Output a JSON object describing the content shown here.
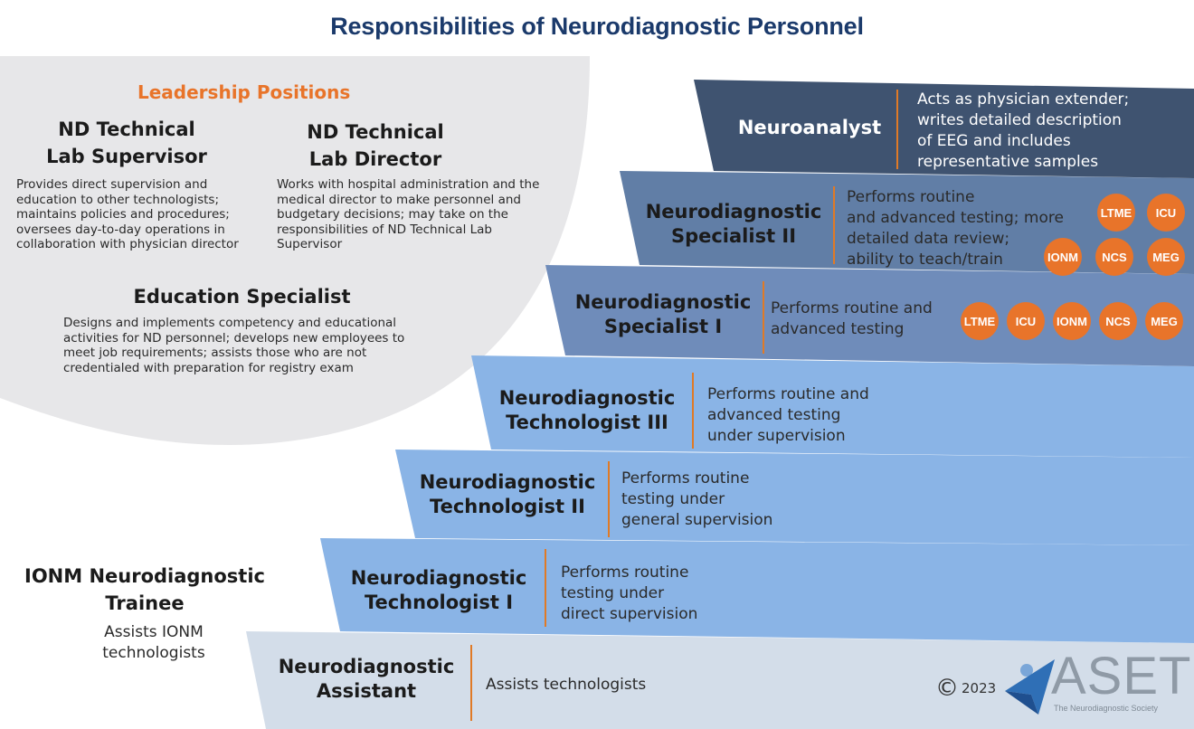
{
  "title": "Responsibilities of Neurodiagnostic Personnel",
  "leadership": {
    "heading": "Leadership Positions",
    "supervisor": {
      "name_line1": "ND Technical",
      "name_line2": "Lab Supervisor",
      "desc_lines": [
        "Provides direct supervision and",
        "education to other technologists;",
        "maintains policies and procedures;",
        "oversees day-to-day operations in",
        "collaboration with physician director"
      ]
    },
    "director": {
      "name_line1": "ND Technical",
      "name_line2": "Lab Director",
      "desc_lines": [
        "Works with hospital administration and the",
        "medical director to make personnel and",
        "budgetary decisions; may take on the",
        "responsibilities of ND Technical Lab",
        "Supervisor"
      ]
    },
    "education": {
      "name": "Education Specialist",
      "desc_lines": [
        "Designs and implements competency and educational",
        "activities for ND personnel; develops new employees to",
        "meet job requirements; assists those who are not",
        "credentialed with preparation for registry exam"
      ]
    }
  },
  "trainee": {
    "name_line1": "IONM Neurodiagnostic",
    "name_line2": "Trainee",
    "desc_lines": [
      "Assists IONM",
      "technologists"
    ]
  },
  "roles": [
    {
      "name_lines": [
        "Neuroanalyst"
      ],
      "desc_lines": [
        "Acts as physician extender;",
        "writes detailed description",
        "of EEG and includes",
        "representative samples"
      ],
      "color": "#3f5370"
    },
    {
      "name_lines": [
        "Neurodiagnostic",
        "Specialist II"
      ],
      "desc_lines": [
        "Performs routine",
        "and advanced testing; more",
        "detailed data review;",
        "ability to teach/train"
      ],
      "color": "#617ea6"
    },
    {
      "name_lines": [
        "Neurodiagnostic",
        "Specialist I"
      ],
      "desc_lines": [
        "Performs routine and",
        "advanced testing"
      ],
      "color": "#6f8cba"
    },
    {
      "name_lines": [
        "Neurodiagnostic",
        "Technologist III"
      ],
      "desc_lines": [
        "Performs routine and",
        "advanced testing",
        "under supervision"
      ],
      "color": "#8ab4e6"
    },
    {
      "name_lines": [
        "Neurodiagnostic",
        "Technologist II"
      ],
      "desc_lines": [
        "Performs routine",
        "testing under",
        "general supervision"
      ],
      "color": "#8ab4e6"
    },
    {
      "name_lines": [
        "Neurodiagnostic",
        "Technologist I"
      ],
      "desc_lines": [
        "Performs routine",
        "testing under",
        "direct supervision"
      ],
      "color": "#8ab4e6"
    },
    {
      "name_lines": [
        "Neurodiagnostic",
        "Assistant"
      ],
      "desc_lines": [
        "Assists technologists"
      ],
      "color": "#d3dde9"
    }
  ],
  "badges_specialist2": [
    "LTME",
    "ICU",
    "IONM",
    "NCS",
    "MEG"
  ],
  "badges_specialist1": [
    "LTME",
    "ICU",
    "IONM",
    "NCS",
    "MEG"
  ],
  "badge_color": "#e8742a",
  "footer": {
    "copyright_symbol": "©",
    "year": "2023",
    "logo_text": "ASET",
    "logo_subtitle": "The Neurodiagnostic Society"
  }
}
